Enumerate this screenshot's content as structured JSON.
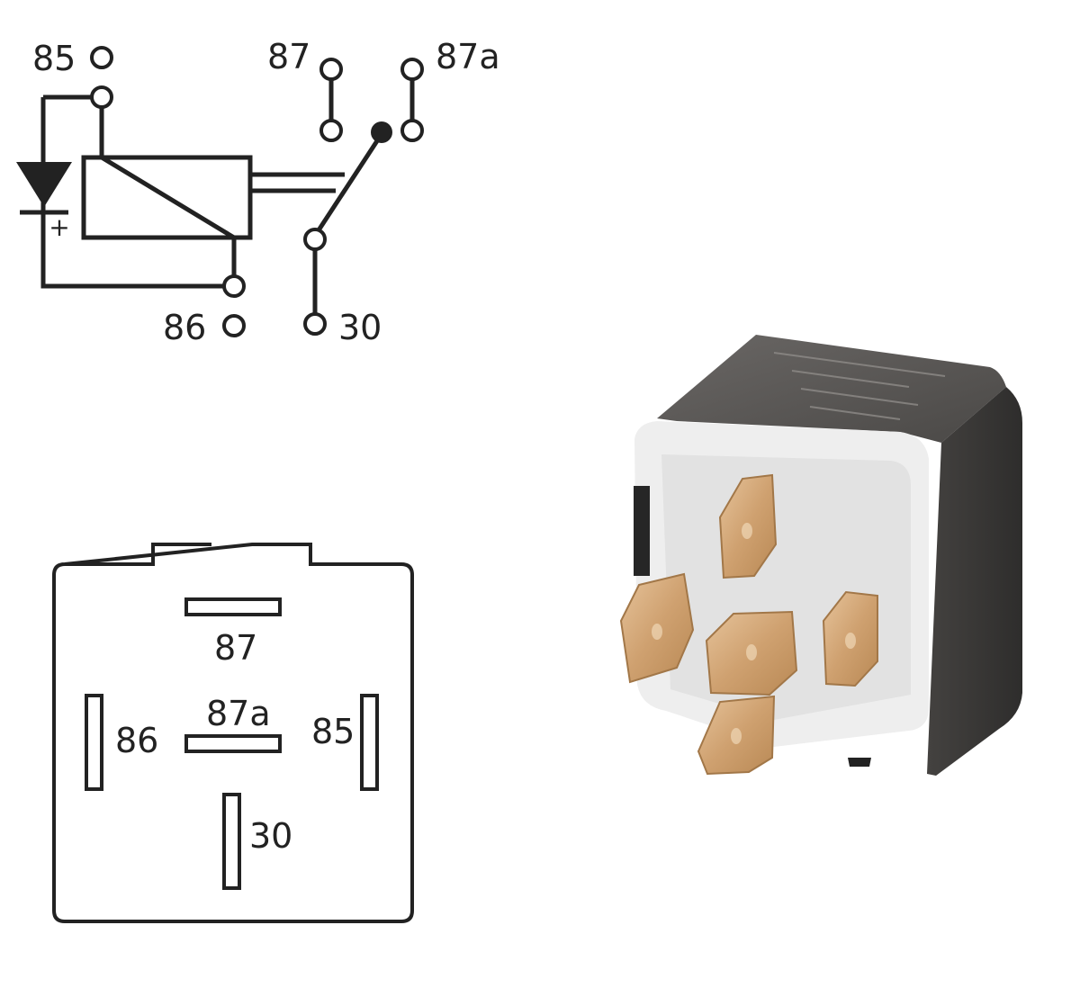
{
  "schematic": {
    "terminals": {
      "t85": "85",
      "t87": "87",
      "t87a": "87a",
      "t86": "86",
      "t30": "30"
    },
    "polarity_mark": "+"
  },
  "pinout": {
    "labels": {
      "p87": "87",
      "p87a": "87a",
      "p86": "86",
      "p85": "85",
      "p30": "30"
    }
  },
  "colors": {
    "line": "#222222",
    "relay_body_dark": "#3d3b39",
    "relay_base_white": "#eeeeee",
    "pin_brass": "#d2a878"
  }
}
